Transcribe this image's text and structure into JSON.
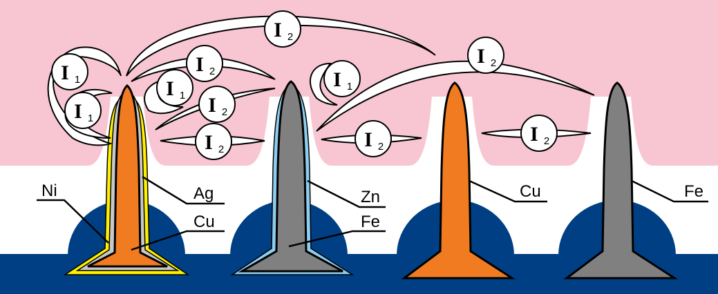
{
  "colors": {
    "atmosphere": "#f8c6d2",
    "substrate": "#003f84",
    "copper": "#f07b20",
    "iron": "#808080",
    "nickel": "#fff000",
    "silver": "#c8c8c8",
    "zinc": "#8ccdf0"
  },
  "labels": {
    "ni": "Ni",
    "ag": "Ag",
    "cu_coated": "Cu",
    "zn": "Zn",
    "fe_coated": "Fe",
    "cu_plain": "Cu",
    "fe_plain": "Fe"
  },
  "iodine": {
    "symbol": "I",
    "sub1": "1",
    "sub2": "2"
  }
}
